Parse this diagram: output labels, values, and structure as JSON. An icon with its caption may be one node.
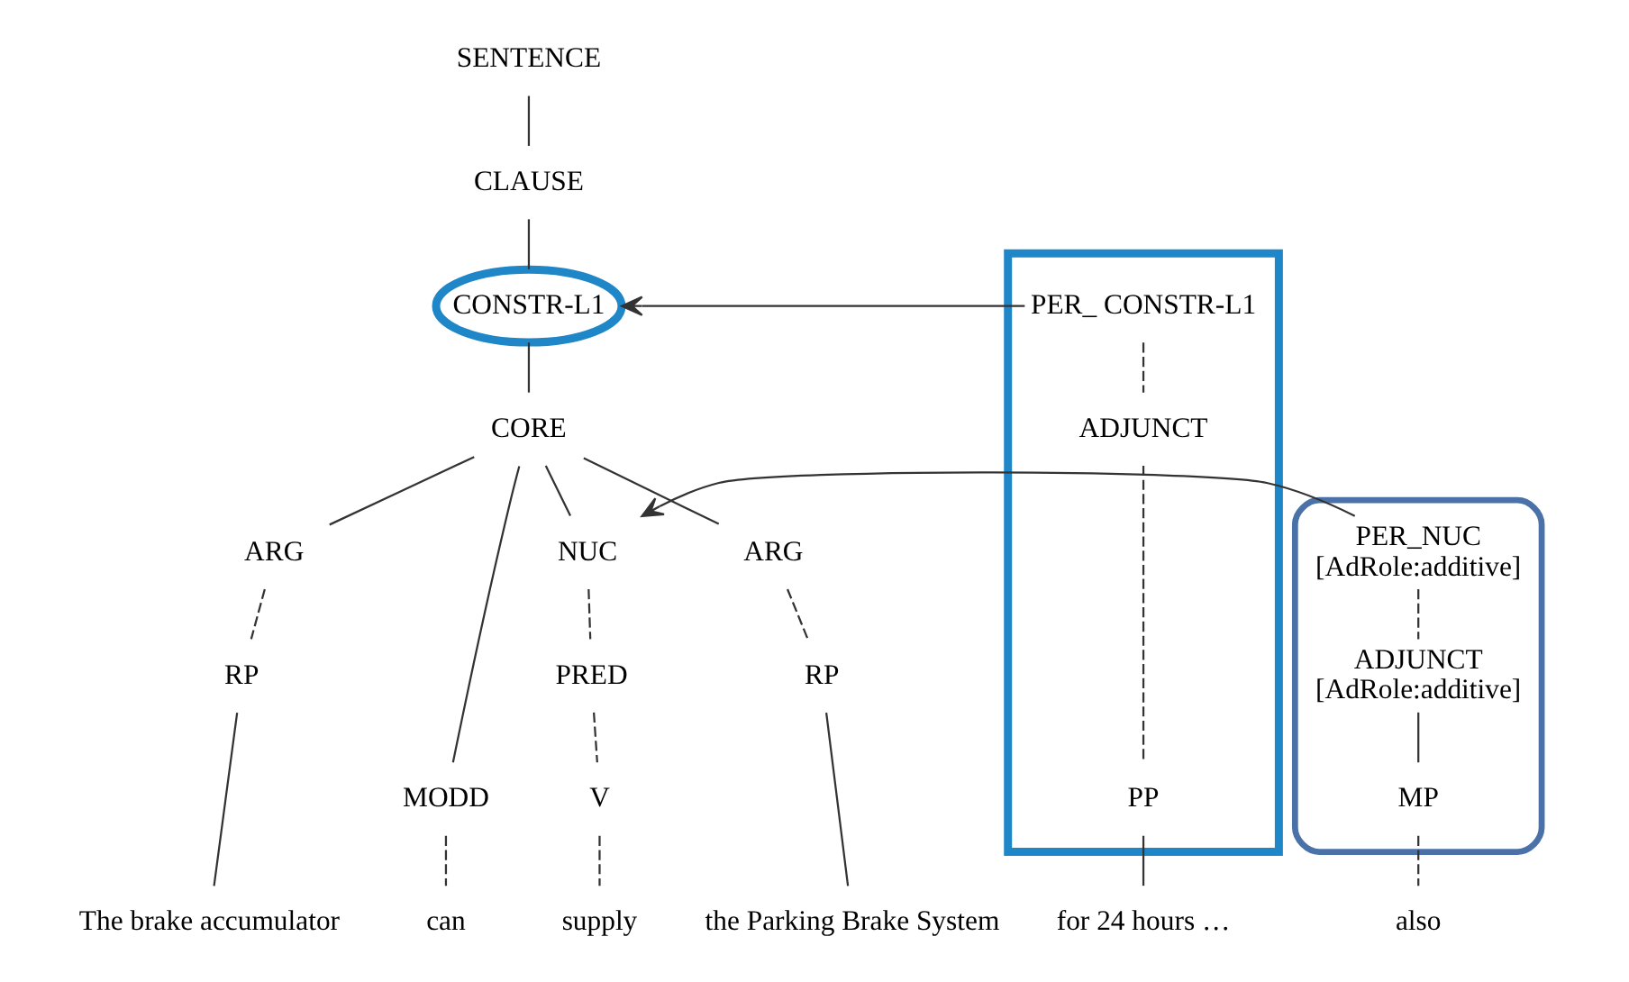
{
  "diagram": {
    "nodes": [
      {
        "text": [
          "SENTENCE"
        ]
      },
      {
        "text": [
          "CLAUSE"
        ]
      },
      {
        "text": [
          "CONSTR-L1"
        ]
      },
      {
        "text": [],
        "shape": "parallelogram"
      },
      {
        "text": [
          "PER_ CONSTR-L1"
        ],
        "in": 3
      },
      {
        "text": [
          "CORE"
        ]
      },
      {
        "text": [
          "ARG"
        ]
      },
      {
        "text": [
          "MODD"
        ]
      },
      {
        "text": [],
        "shape": "box"
      },
      {
        "text": [
          "PER_NUC",
          "[AdRole:additive]"
        ],
        "in": 8
      },
      {
        "text": [
          "NUC"
        ]
      },
      {
        "text": [
          "ARG"
        ]
      },
      {
        "text": [
          "ADJUNCT",
          "[AdRole:additive]"
        ],
        "in": 8
      },
      {
        "text": [
          "PRED"
        ]
      },
      {
        "text": [
          "ADJUNCT"
        ],
        "in": 3
      },
      {
        "text": [
          "RP"
        ]
      },
      {
        "text": [
          "MP"
        ],
        "in": 8
      },
      {
        "text": [
          "V"
        ]
      },
      {
        "text": [
          "RP"
        ]
      },
      {
        "text": [
          "PP"
        ],
        "in": 3
      },
      {
        "text": [
          "The brake accumulator"
        ]
      },
      {
        "text": [
          "can"
        ]
      },
      {
        "text": [
          "also"
        ]
      },
      {
        "text": [
          "supply"
        ]
      },
      {
        "text": [
          "the Parking Brake System"
        ]
      },
      {
        "text": [
          "for 24 hours …"
        ]
      }
    ],
    "edges": [
      {
        "from": 0,
        "to": 1,
        "arrow": "none"
      },
      {
        "from": 1,
        "to": 2,
        "arrow": "none"
      },
      {
        "from": 2,
        "to": 5,
        "arrow": "none"
      },
      {
        "from": 4,
        "to": 2,
        "arrow": "to"
      },
      {
        "from": 5,
        "to": 6,
        "arrow": "none"
      },
      {
        "from": 5,
        "to": 7,
        "arrow": "none"
      },
      {
        "from": 5,
        "to": 10,
        "arrow": "none"
      },
      {
        "from": 5,
        "to": 11,
        "arrow": "none"
      },
      {
        "from": 9,
        "to": 10,
        "arrow": "to"
      },
      {
        "from": 9,
        "to": 12,
        "arrow": "none",
        "style": "dashed"
      },
      {
        "from": 12,
        "to": 16,
        "arrow": "none"
      },
      {
        "from": 10,
        "to": 13,
        "arrow": "none",
        "style": "dashed"
      },
      {
        "from": 13,
        "to": 17,
        "arrow": "none",
        "style": "dashed"
      },
      {
        "from": 4,
        "to": 14,
        "arrow": "none",
        "style": "dashed"
      },
      {
        "from": 14,
        "to": 19,
        "arrow": "none",
        "style": "dashed"
      },
      {
        "from": 6,
        "to": 15,
        "arrow": "none",
        "style": "dashed"
      },
      {
        "from": 11,
        "to": 18,
        "arrow": "none",
        "style": "dashed"
      },
      {
        "from": 15,
        "to": 20,
        "arrow": "none"
      },
      {
        "from": 7,
        "to": 21,
        "arrow": "none",
        "style": "dashed"
      },
      {
        "from": 16,
        "to": 22,
        "arrow": "none",
        "style": "dashed"
      },
      {
        "from": 17,
        "to": 23,
        "arrow": "none",
        "style": "dashed"
      },
      {
        "from": 18,
        "to": 24,
        "arrow": "none"
      },
      {
        "from": 19,
        "to": 25,
        "arrow": "none"
      }
    ]
  }
}
